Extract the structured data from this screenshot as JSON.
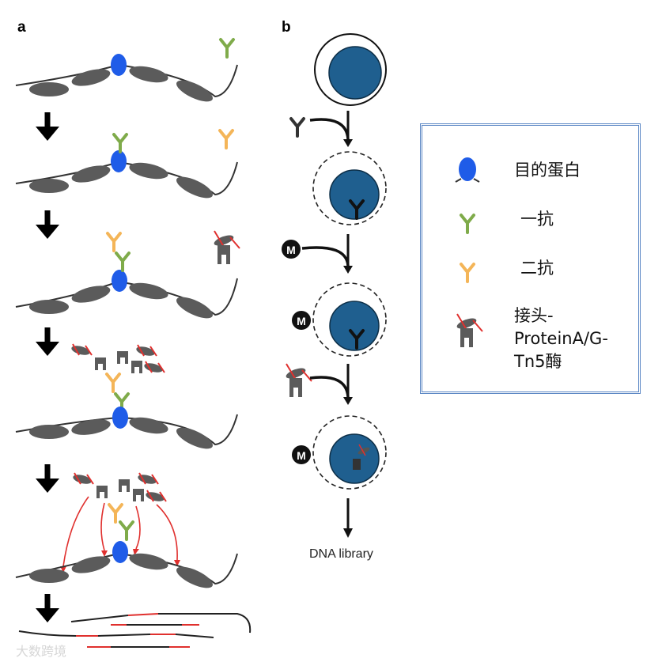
{
  "panels": {
    "a": "a",
    "b": "b"
  },
  "legend": {
    "target_protein": "目的蛋白",
    "primary_antibody": "一抗",
    "secondary_antibody": "二抗",
    "adapter_line1": "接头-",
    "adapter_line2": "ProteinA/G-",
    "adapter_line3": "Tn5酶"
  },
  "outcome_label": "DNA library",
  "bead_marker": "M",
  "watermark": "大数跨境",
  "colors": {
    "nucleosome": "#5b5b5b",
    "target_protein": "#1f5ce8",
    "primary_antibody": "#7fab4a",
    "secondary_antibody": "#f4b558",
    "cell_nucleus": "#1f5f8f",
    "cut_arrow": "#e0302e",
    "legend_border": "#5a86c4"
  }
}
